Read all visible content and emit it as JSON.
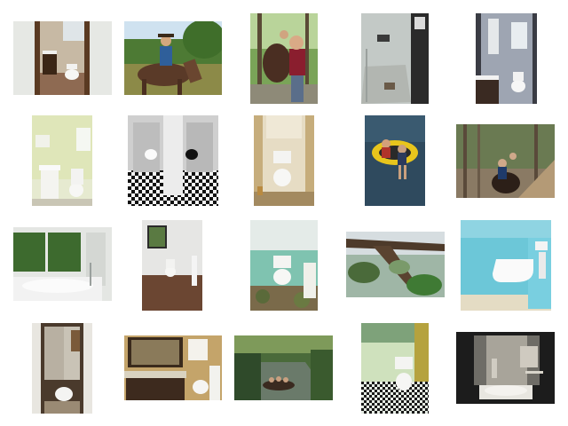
{
  "gallery": {
    "thumbnails": [
      {
        "id": "t1",
        "subject": "bathroom-toilet-narrow-doorway"
      },
      {
        "id": "t2",
        "subject": "horse-rider-field"
      },
      {
        "id": "t3",
        "subject": "woman-leading-horse-forest"
      },
      {
        "id": "t4",
        "subject": "shower-corner-toilet-sign"
      },
      {
        "id": "t5",
        "subject": "bathroom-window-sink-toilet"
      },
      {
        "id": "t6",
        "subject": "bright-bathroom-sink-toilet"
      },
      {
        "id": "t7",
        "subject": "checkered-floor-toilet-stalls"
      },
      {
        "id": "t8",
        "subject": "small-beige-toilet-room"
      },
      {
        "id": "t9",
        "subject": "people-in-yellow-raft"
      },
      {
        "id": "t10",
        "subject": "horse-riders-forest-trail"
      },
      {
        "id": "t11",
        "subject": "bathtub-by-windows"
      },
      {
        "id": "t12",
        "subject": "toilet-room-brown-floor"
      },
      {
        "id": "t13",
        "subject": "aqua-bathroom-toilet-debris"
      },
      {
        "id": "t14",
        "subject": "fallen-tree-branch-yard"
      },
      {
        "id": "t15",
        "subject": "blue-wall-hung-toilet"
      },
      {
        "id": "t16",
        "subject": "shower-and-toilet-doorway"
      },
      {
        "id": "t17",
        "subject": "vanity-mirror-toilet"
      },
      {
        "id": "t18",
        "subject": "boat-on-canal-trees"
      },
      {
        "id": "t19",
        "subject": "green-toilet-checkered-floor"
      },
      {
        "id": "t20",
        "subject": "dark-accessible-bathroom"
      }
    ]
  }
}
